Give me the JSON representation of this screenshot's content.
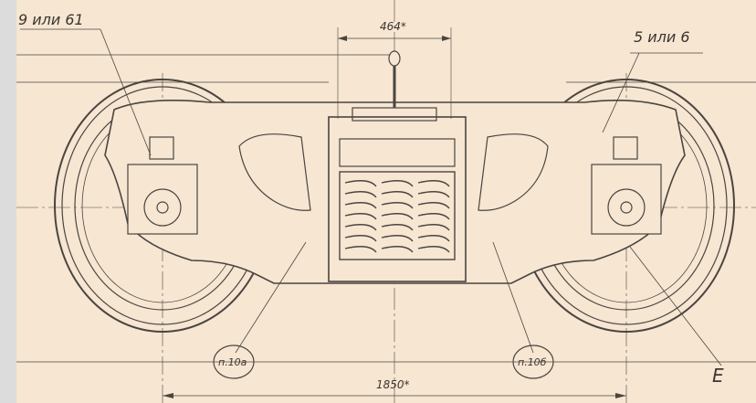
{
  "drawing": {
    "callouts": {
      "top_left": "9 или 61",
      "top_right": "5 или 6",
      "bottom_left": "п.10а",
      "bottom_right": "п.10б",
      "bottom_far_right": "Е"
    },
    "dimensions": {
      "top": "464*",
      "bottom": "1850*"
    }
  },
  "colors": {
    "paper": "#f6e6d2",
    "line": "#4a4540",
    "side_bar": "#dcdcdc"
  }
}
